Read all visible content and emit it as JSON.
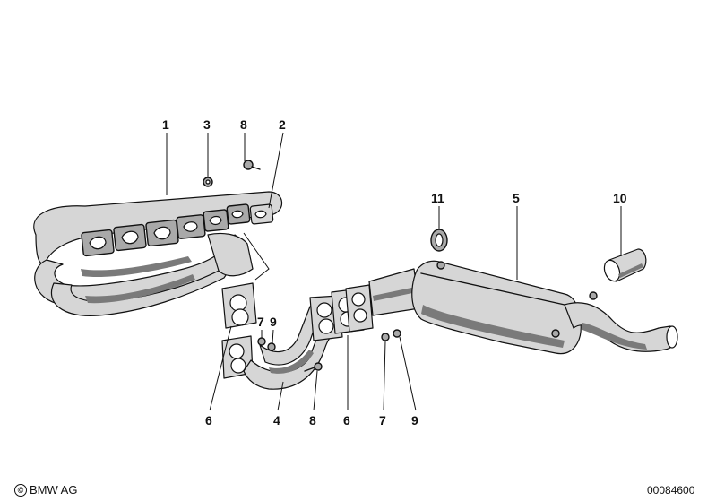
{
  "diagram": {
    "callouts": [
      {
        "id": "c1",
        "label": "1"
      },
      {
        "id": "c3",
        "label": "3"
      },
      {
        "id": "c8a",
        "label": "8"
      },
      {
        "id": "c2",
        "label": "2"
      },
      {
        "id": "c11",
        "label": "11"
      },
      {
        "id": "c5",
        "label": "5"
      },
      {
        "id": "c10",
        "label": "10"
      },
      {
        "id": "c7a",
        "label": "7"
      },
      {
        "id": "c9a",
        "label": "9"
      },
      {
        "id": "c6a",
        "label": "6"
      },
      {
        "id": "c4",
        "label": "4"
      },
      {
        "id": "c8b",
        "label": "8"
      },
      {
        "id": "c6b",
        "label": "6"
      },
      {
        "id": "c7b",
        "label": "7"
      },
      {
        "id": "c9b",
        "label": "9"
      }
    ]
  },
  "footer": {
    "copyright_symbol": "©",
    "brand": "BMW AG",
    "doc_number": "00084600"
  }
}
